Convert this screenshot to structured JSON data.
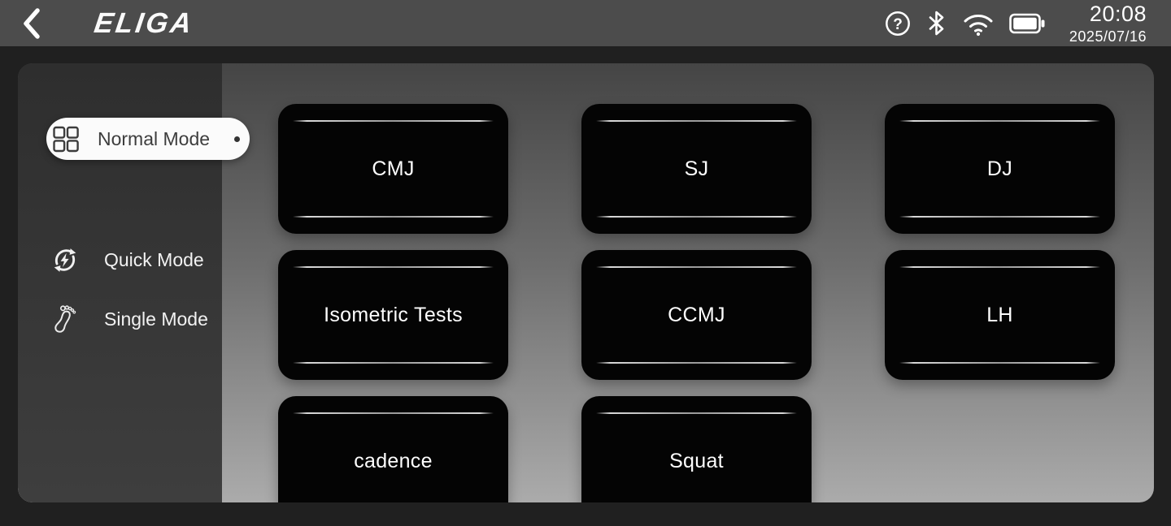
{
  "header": {
    "logo": "ELIGA",
    "time": "20:08",
    "date": "2025/07/16",
    "help_glyph": "?",
    "status_icons": [
      "help",
      "bluetooth",
      "wifi",
      "battery"
    ]
  },
  "sidebar": {
    "items": [
      {
        "label": "Normal Mode",
        "icon": "grid-icon",
        "selected": true
      },
      {
        "label": "Quick Mode",
        "icon": "sync-bolt-icon",
        "selected": false
      },
      {
        "label": "Single Mode",
        "icon": "footprint-icon",
        "selected": false
      }
    ]
  },
  "main": {
    "tests": [
      "CMJ",
      "SJ",
      "DJ",
      "Isometric Tests",
      "CCMJ",
      "LH",
      "cadence",
      "Squat"
    ]
  },
  "colors": {
    "header_bg": "#4c4c4c",
    "outer_bg": "#202020",
    "button_bg": "#040404",
    "button_text": "#fdfdfd",
    "pill_bg": "#fbfbfb",
    "pill_text": "#3d3d3d",
    "sidebar_top": "#2e2e2e",
    "sidebar_bottom": "#3e3e3e",
    "main_gradient_top": "#454545",
    "main_gradient_bottom": "#ababab"
  }
}
